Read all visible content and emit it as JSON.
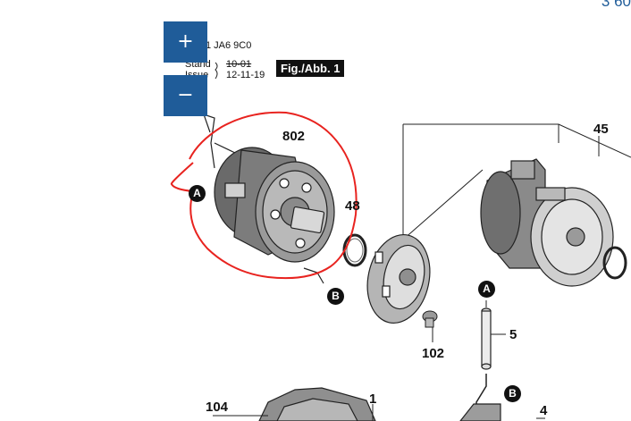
{
  "viewer": {
    "page_ref": "3 60",
    "zoom_in_label": "+",
    "zoom_out_label": "−"
  },
  "drawing": {
    "part_number_suffix": "1 JA6 9C0",
    "stand_label": "Stand",
    "stand_date": "10-01",
    "issue_label": "Issue",
    "issue_date": "12-11-19",
    "figure_label": "Fig./Abb. 1",
    "parts": {
      "p802": "802",
      "p48": "48",
      "p45": "45",
      "p5": "5",
      "p102": "102",
      "p104": "104",
      "p1": "1",
      "p4": "4"
    },
    "markers": {
      "a": "A",
      "b": "B"
    },
    "annotation_color": "#e8231f",
    "control_color": "#1f5c99"
  }
}
